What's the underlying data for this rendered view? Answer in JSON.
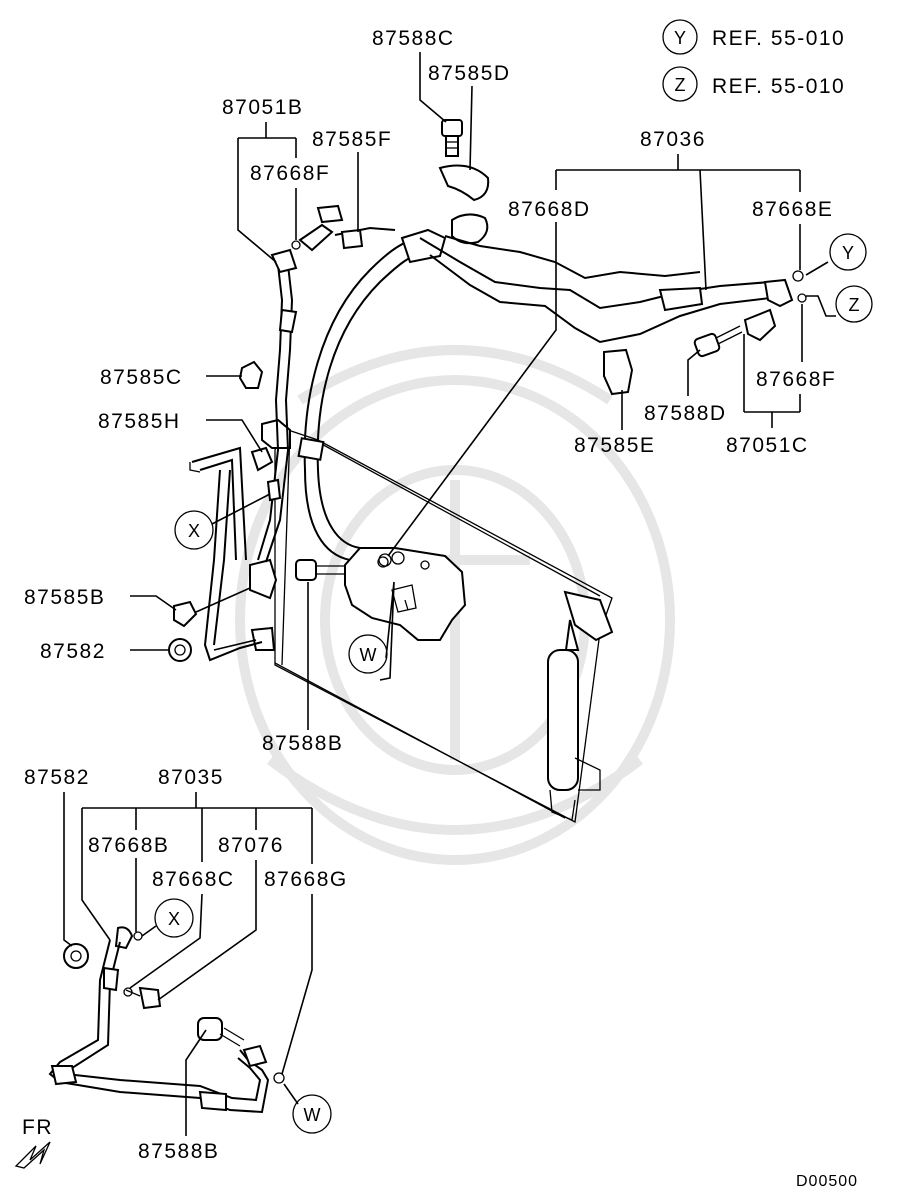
{
  "labels": {
    "p87588C_top": "87588C",
    "p87585D": "87585D",
    "p87051B": "87051B",
    "p87585F": "87585F",
    "p87668F_left": "87668F",
    "p87036": "87036",
    "p87668D": "87668D",
    "p87668E": "87668E",
    "p87585C": "87585C",
    "p87668F_right": "87668F",
    "p87585H": "87585H",
    "p87588D": "87588D",
    "p87585E": "87585E",
    "p87051C": "87051C",
    "p87585B": "87585B",
    "p87582_mid": "87582",
    "p87588B_mid": "87588B",
    "p87582_low": "87582",
    "p87035": "87035",
    "p87668B": "87668B",
    "p87076": "87076",
    "p87668C": "87668C",
    "p87668G": "87668G",
    "p87588B_low": "87588B"
  },
  "refs": [
    {
      "letter": "Y",
      "text": "REF. 55-010"
    },
    {
      "letter": "Z",
      "text": "REF. 55-010"
    }
  ],
  "callouts": {
    "y": "Y",
    "z": "Z",
    "x_mid": "X",
    "w_mid": "W",
    "x_low": "X",
    "w_low": "W"
  },
  "direction": "FR",
  "diagram_code": "D00500"
}
